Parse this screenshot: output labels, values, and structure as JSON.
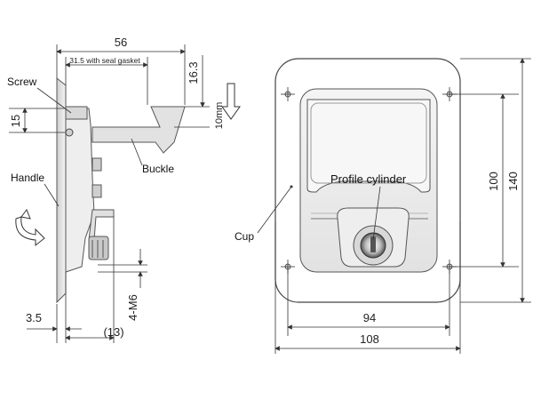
{
  "side_view": {
    "dims": {
      "overall_width": "56",
      "seal_gasket_note": "31.5 with seal gasket",
      "height_16_3": "16.3",
      "screw_offset": "15",
      "travel": "10mm",
      "thickness": "3.5",
      "bracket_depth": "(13)",
      "thread": "4-M6"
    },
    "labels": {
      "screw": "Screw",
      "handle": "Handle",
      "buckle": "Buckle"
    }
  },
  "front_view": {
    "dims": {
      "inner_height": "100",
      "outer_height": "140",
      "inner_width": "94",
      "outer_width": "108"
    },
    "labels": {
      "cup": "Cup",
      "profile_cylinder": "Profile cylinder"
    }
  },
  "colors": {
    "line": "#333333",
    "part_fill": "#e6e6e6",
    "cup_fill": "#f2f2f2"
  }
}
